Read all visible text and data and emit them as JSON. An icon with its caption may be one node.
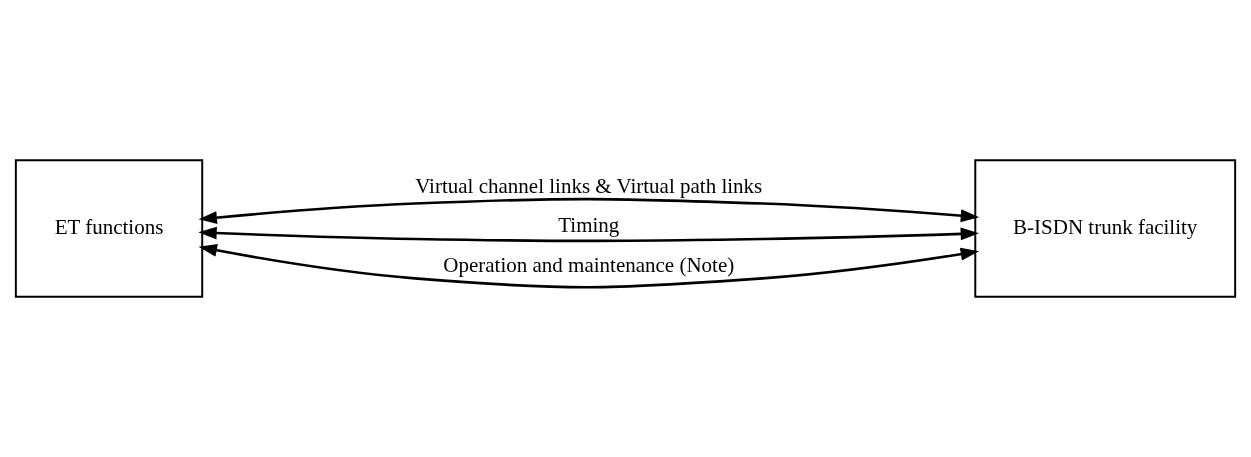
{
  "diagram": {
    "nodes": [
      {
        "text": [
          "ET functions"
        ]
      },
      {
        "text": [
          "B-ISDN trunk facility"
        ]
      }
    ],
    "edges": [
      {
        "from": 0,
        "to": 1,
        "arrow": "both",
        "label": "Virtual channel links & Virtual path links"
      },
      {
        "from": 0,
        "to": 1,
        "arrow": "both",
        "label": "Timing"
      },
      {
        "from": 0,
        "to": 1,
        "arrow": "both",
        "label": "Operation and maintenance (Note)"
      }
    ]
  }
}
